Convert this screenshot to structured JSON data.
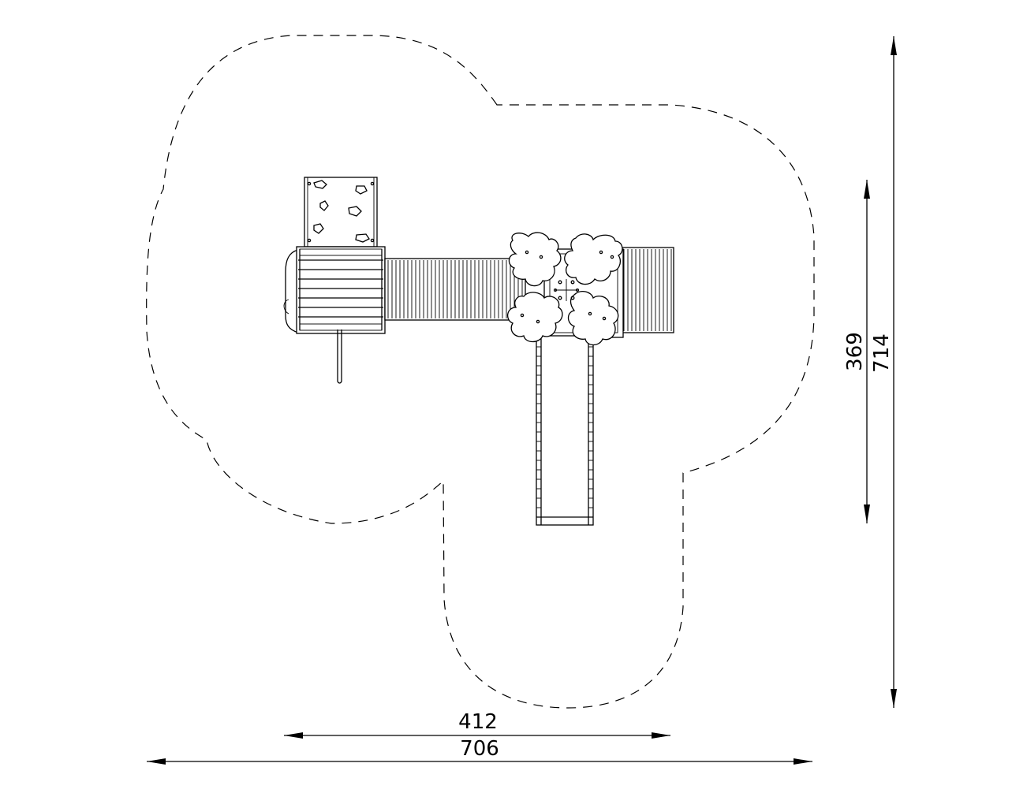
{
  "dimensions": {
    "width_inner": "412",
    "width_outer": "706",
    "height_inner": "369",
    "height_outer": "714"
  },
  "colors": {
    "line": "#000000",
    "background": "#ffffff"
  }
}
